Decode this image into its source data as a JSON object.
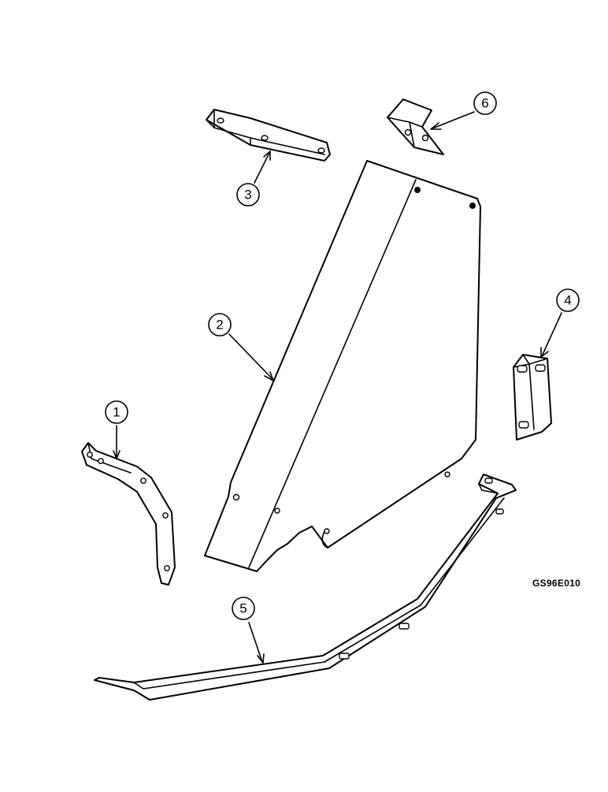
{
  "figure_code": "GS96E010",
  "callouts": [
    "1",
    "2",
    "3",
    "4",
    "5",
    "6"
  ]
}
